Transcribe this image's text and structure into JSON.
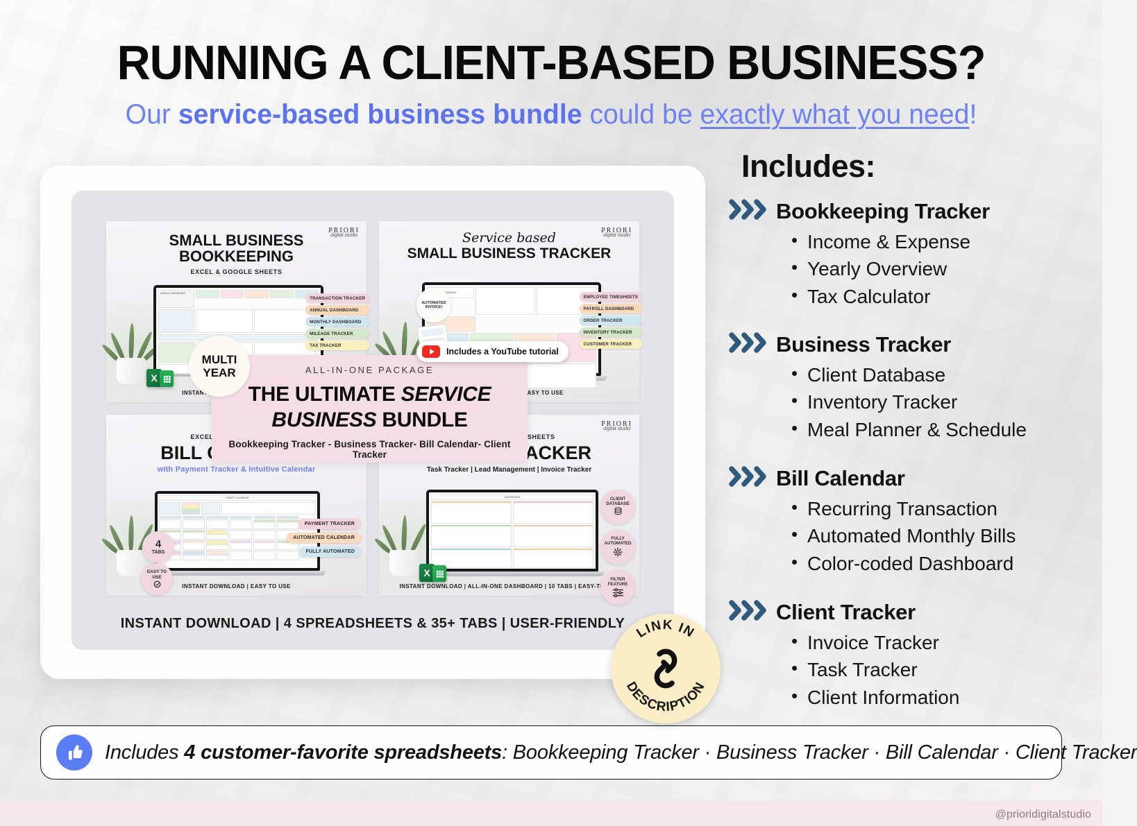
{
  "headline": "RUNNING A CLIENT-BASED BUSINESS?",
  "subhead": {
    "pre": "Our ",
    "bold": "service-based business bundle",
    "mid": " could be ",
    "underline": "exactly what you need",
    "end": "!"
  },
  "includes": {
    "title": "Includes:",
    "groups": [
      {
        "title": "Bookkeeping Tracker",
        "items": [
          "Income & Expense",
          "Yearly Overview",
          "Tax Calculator"
        ]
      },
      {
        "title": "Business Tracker",
        "items": [
          "Client Database",
          "Inventory Tracker",
          "Meal Planner & Schedule"
        ]
      },
      {
        "title": "Bill Calendar",
        "items": [
          "Recurring Transaction",
          "Automated Monthly Bills",
          "Color-coded Dashboard"
        ]
      },
      {
        "title": "Client Tracker",
        "items": [
          "Invoice Tracker",
          "Task Tracker",
          "Client Information"
        ]
      }
    ]
  },
  "overlay": {
    "kicker": "ALL-IN-ONE PACKAGE",
    "title_1": "THE ULTIMATE ",
    "title_1_italic": "SERVICE",
    "title_2_italic": "BUSINESS",
    "title_2": " BUNDLE",
    "subtitle": "Bookkeeping Tracker - Business Tracker- Bill Calendar- Client Tracker"
  },
  "youtube_badge": "Includes a YouTube tutorial",
  "multi_year_badge": {
    "line1": "MULTI",
    "line2": "YEAR"
  },
  "stamp": {
    "top": "LINK IN",
    "bottom": "DESCRIPTION"
  },
  "panel_footer": "INSTANT DOWNLOAD  |  4 SPREADSHEETS & 35+ TABS  |  USER-FRIENDLY",
  "brand": {
    "name": "PRIORI",
    "tagline": "digital studio"
  },
  "products": [
    {
      "id": "bookkeeping",
      "title_line1": "SMALL BUSINESS",
      "title_line2": "BOOKKEEPING",
      "subtitle": "EXCEL & GOOGLE SHEETS",
      "footer": "INSTANT DOWNLOAD  |  EASY TO USE",
      "tabs": [
        {
          "label": "TRANSACTION TRACKER",
          "color": "pink"
        },
        {
          "label": "ANNUAL DASHBOARD",
          "color": "peach"
        },
        {
          "label": "MONTHLY DASHBOARD",
          "color": "blue"
        },
        {
          "label": "MILEAGE TRACKER",
          "color": "green"
        },
        {
          "label": "TAX TRACKER",
          "color": "yellow"
        }
      ],
      "sheet_label": "ANNUAL DASHBOARD"
    },
    {
      "id": "business-tracker",
      "script": "Service based",
      "title_line2": "SMALL BUSINESS TRACKER",
      "footer": "INSTANT DOWNLOAD  |  EASY TO USE",
      "callout": {
        "line1": "AUTOMATED",
        "line2": "INVOICE!"
      },
      "sheet_label": "ORDER OVERVIEW",
      "tabs": [
        {
          "label": "EMPLOYEE TIMESHEETS",
          "color": "pink"
        },
        {
          "label": "PAYROLL DASHBOARD",
          "color": "peach"
        },
        {
          "label": "ORDER TRACKER",
          "color": "blue"
        },
        {
          "label": "INVENTORY TRACKER",
          "color": "green"
        },
        {
          "label": "CUSTOMER TRACKER",
          "color": "yellow"
        }
      ]
    },
    {
      "id": "bill-calendar",
      "subtitle": "EXCEL & GOOGLE SHEETS",
      "title_line2": "BILL CALENDAR",
      "tagline": "with Payment Tracker & Intuitive Calendar",
      "footer": "INSTANT DOWNLOAD  |  EASY TO USE",
      "sheet_label": "SMART CALENDAR",
      "circle_badges": [
        {
          "line1": "4",
          "line2": "TABS"
        },
        {
          "line1": "EASY TO",
          "line2": "USE"
        }
      ],
      "pills": [
        {
          "label": "PAYMENT TRACKER",
          "color": "pink"
        },
        {
          "label": "AUTOMATED CALENDAR",
          "color": "peach"
        },
        {
          "label": "FULLY AUTOMATED",
          "color": "blue"
        }
      ]
    },
    {
      "id": "client-tracker",
      "subtitle": "EXCEL & GOOGLE SHEETS",
      "title_line2": "CLIENT TRACKER",
      "tagline": "Task Tracker | Lead Management | Invoice Tracker",
      "footer": "INSTANT DOWNLOAD  |  ALL-IN-ONE DASHBOARD  |  10 TABS  |  EASY-TO-USE",
      "sheet_label": "DASHBOARD",
      "circle_badges": [
        {
          "line1": "CLIENT",
          "line2": "DATABASE",
          "icon": "database-icon"
        },
        {
          "line1": "FULLY",
          "line2": "AUTOMATED",
          "icon": "gear-refresh-icon"
        },
        {
          "line1": "FILTER",
          "line2": "FEATURE",
          "icon": "filter-sliders-icon"
        }
      ]
    }
  ],
  "footer_bar": {
    "pre": "Includes ",
    "bold": "4 customer-favorite spreadsheets",
    "post": ": Bookkeeping Tracker · Business Tracker · Bill Calendar · Client Tracker"
  },
  "watermark": "@prioridigitalstudio",
  "colors": {
    "accent_blue": "#6e82f0",
    "chevron": "#2f5a7e",
    "pink_panel": "#f4dde6",
    "stamp_cream": "#fbeec7",
    "thumb_blue": "#5a7cf5"
  }
}
